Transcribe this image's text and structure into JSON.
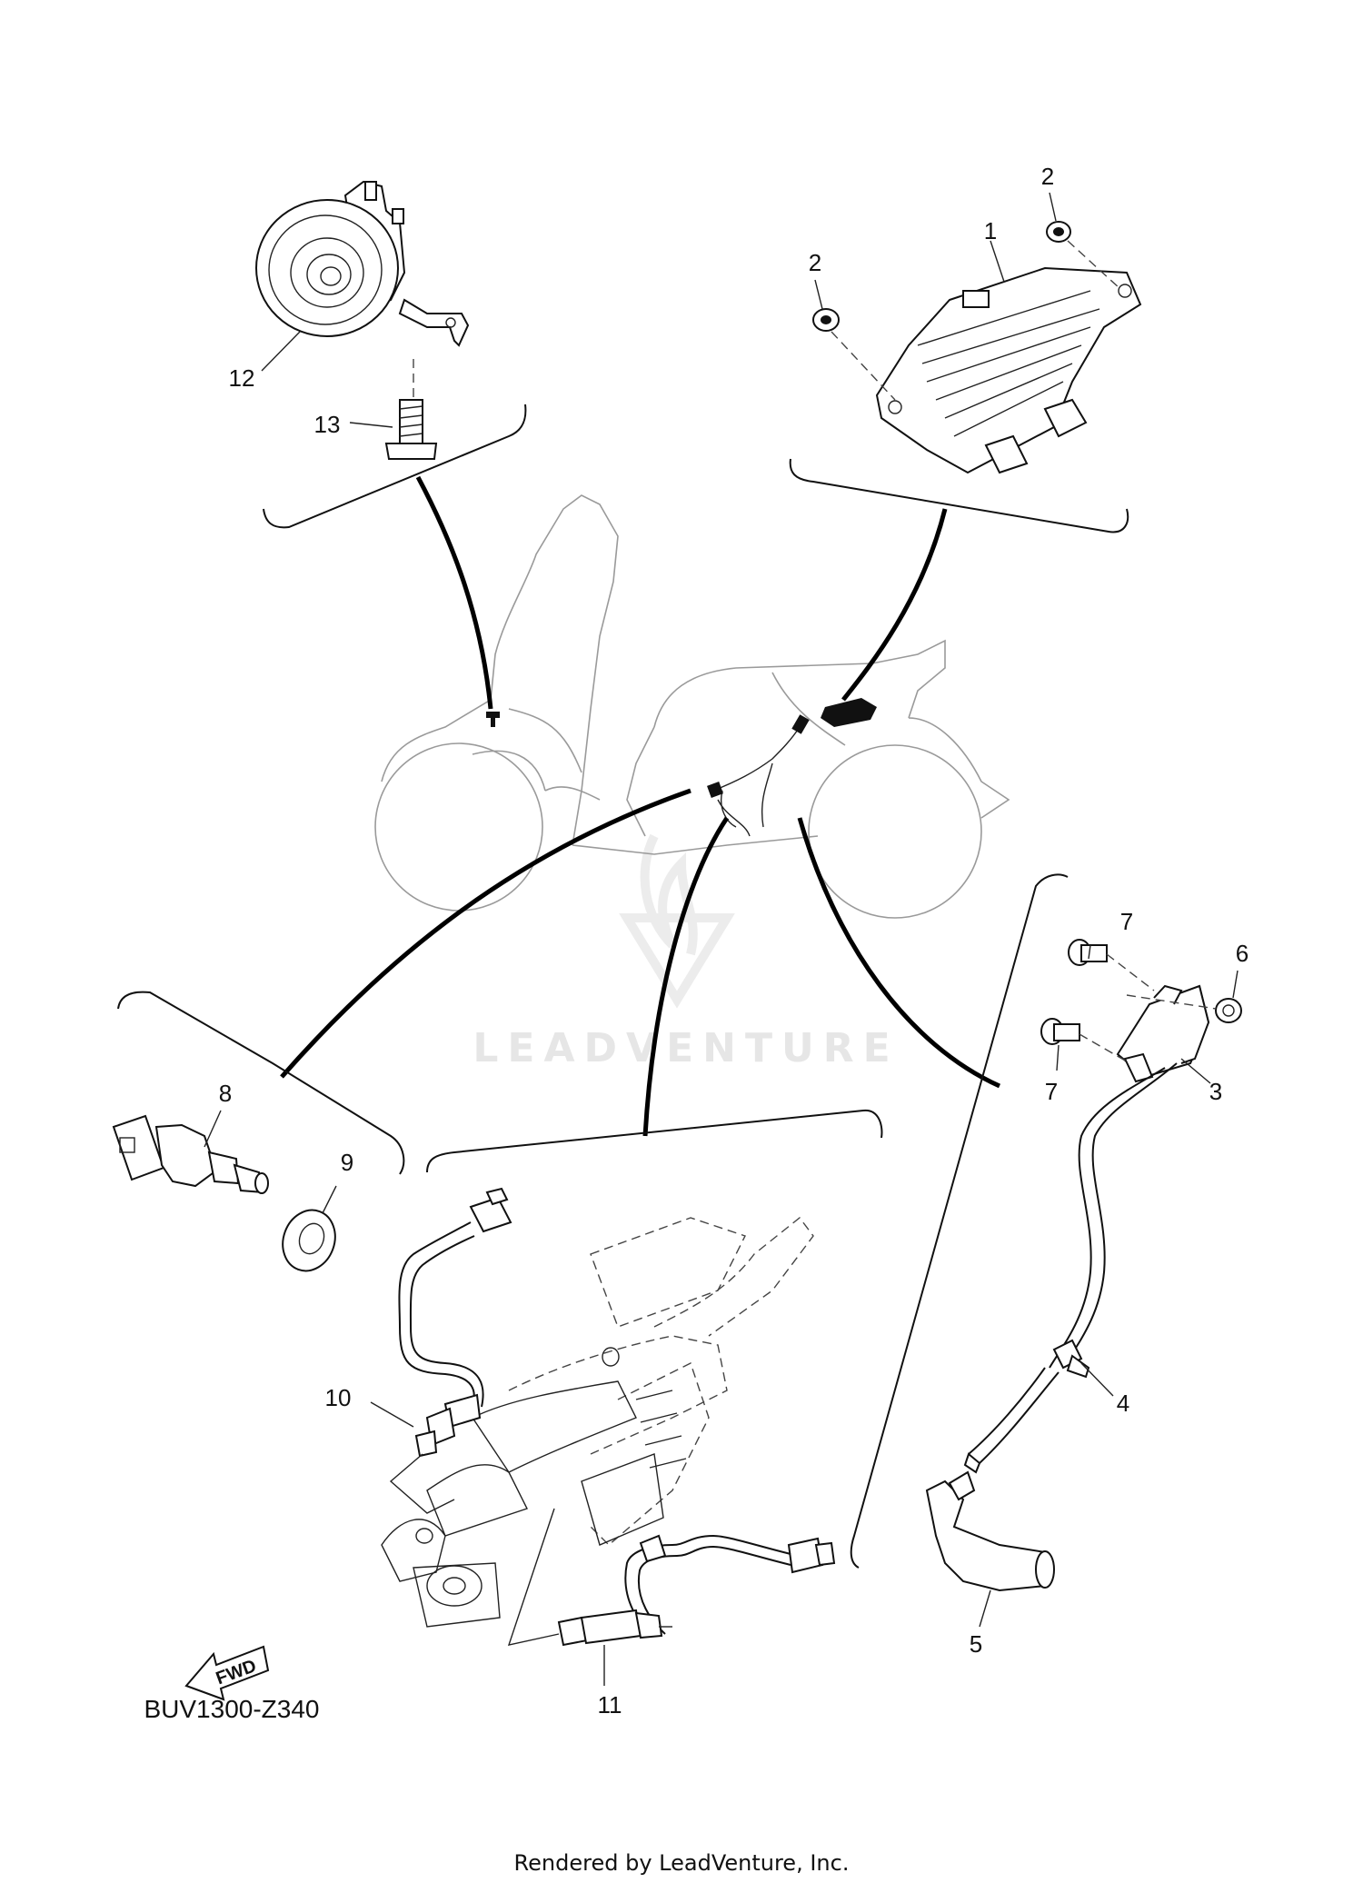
{
  "diagram": {
    "watermark": "LEADVENTURE",
    "diagram_code": "BUV1300-Z340",
    "credit": "Rendered by LeadVenture, Inc.",
    "fwd_label": "FWD",
    "callouts": [
      {
        "id": "1",
        "text": "1"
      },
      {
        "id": "2a",
        "text": "2"
      },
      {
        "id": "2b",
        "text": "2"
      },
      {
        "id": "3",
        "text": "3"
      },
      {
        "id": "4",
        "text": "4"
      },
      {
        "id": "5",
        "text": "5"
      },
      {
        "id": "6",
        "text": "6"
      },
      {
        "id": "7a",
        "text": "7"
      },
      {
        "id": "7b",
        "text": "7"
      },
      {
        "id": "8",
        "text": "8"
      },
      {
        "id": "9",
        "text": "9"
      },
      {
        "id": "10",
        "text": "10"
      },
      {
        "id": "11",
        "text": "11"
      },
      {
        "id": "12",
        "text": "12"
      },
      {
        "id": "13",
        "text": "13"
      }
    ]
  }
}
